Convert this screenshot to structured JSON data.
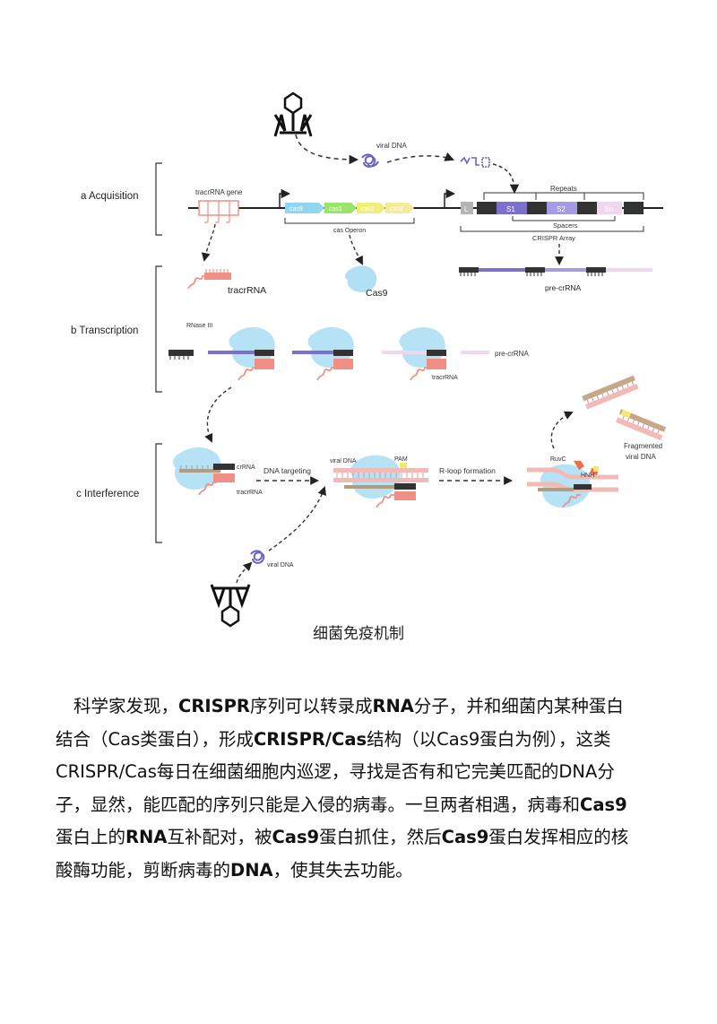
{
  "figure": {
    "sections": {
      "a": "a  Acquisition",
      "b": "b  Transcription",
      "c": "c  Interference"
    },
    "acquisition": {
      "viral_dna": "viral DNA",
      "tracrrna_gene": "tracrRNA gene",
      "cas_genes": [
        "cas9",
        "cas1",
        "cas2",
        "csn2"
      ],
      "cas_operon": "cas Operon",
      "repeats": "Repeats",
      "leader": "L",
      "spacers_in_array": [
        "S1",
        "S2",
        "Sn"
      ],
      "spacers": "Spacers",
      "crispr_array": "CRISPR Array"
    },
    "transcription": {
      "tracrrna": "tracrRNA",
      "cas9": "Cas9",
      "pre_crrna": "pre-crRNA",
      "rnase": "RNase III",
      "pre_crrna2": "pre-crRNA",
      "tracrrna2": "tracrRNA"
    },
    "interference": {
      "crrna": "crRNA",
      "tracrrna": "tracrRNA",
      "dna_targeting": "DNA targeting",
      "viral_dna_top": "viral DNA",
      "pam": "PAM",
      "r_loop": "R-loop formation",
      "ruvc": "RuvC",
      "hnh": "HNH",
      "fragmented_1": "Fragmented",
      "fragmented_2": "viral DNA",
      "viral_dna_bottom": "viral DNA"
    },
    "colors": {
      "cas9_gene": "#8fd6ef",
      "cas1_gene": "#9be36a",
      "cas2_gene": "#f2ee7a",
      "csn2_gene": "#f7ea9a",
      "spacer_s1": "#7b6fcf",
      "spacer_s2": "#a39be3",
      "spacer_sn": "#f1d6f0",
      "tracr": "#f08f86",
      "cas9_protein": "#a9ddf3"
    }
  },
  "caption": "细菌免疫机制",
  "paragraph": [
    [
      {
        "t": "科学家发现，"
      },
      {
        "t": "CRISPR",
        "b": true
      },
      {
        "t": "序列可以转录成"
      },
      {
        "t": "RNA",
        "b": true
      },
      {
        "t": "分子，并和细菌内某种蛋白"
      }
    ],
    [
      {
        "t": "结合（Cas类蛋白），形成"
      },
      {
        "t": "CRISPR/Cas",
        "b": true
      },
      {
        "t": "结构（以Cas9蛋白为例），这类"
      }
    ],
    [
      {
        "t": "CRISPR/Cas每日在细菌细胞内巡逻，寻找是否有和它完美匹配的DNA分"
      }
    ],
    [
      {
        "t": "子，显然，能匹配的序列只能是入侵的病毒。一旦两者相遇，病毒和"
      },
      {
        "t": "Cas9",
        "b": true
      }
    ],
    [
      {
        "t": "蛋白上的"
      },
      {
        "t": "RNA",
        "b": true
      },
      {
        "t": "互补配对，被"
      },
      {
        "t": "Cas9",
        "b": true
      },
      {
        "t": "蛋白抓住，然后"
      },
      {
        "t": "Cas9",
        "b": true
      },
      {
        "t": "蛋白发挥相应的核"
      }
    ],
    [
      {
        "t": "酸酶功能，剪断病毒的"
      },
      {
        "t": "DNA",
        "b": true
      },
      {
        "t": "，使其失去功能。"
      }
    ]
  ]
}
